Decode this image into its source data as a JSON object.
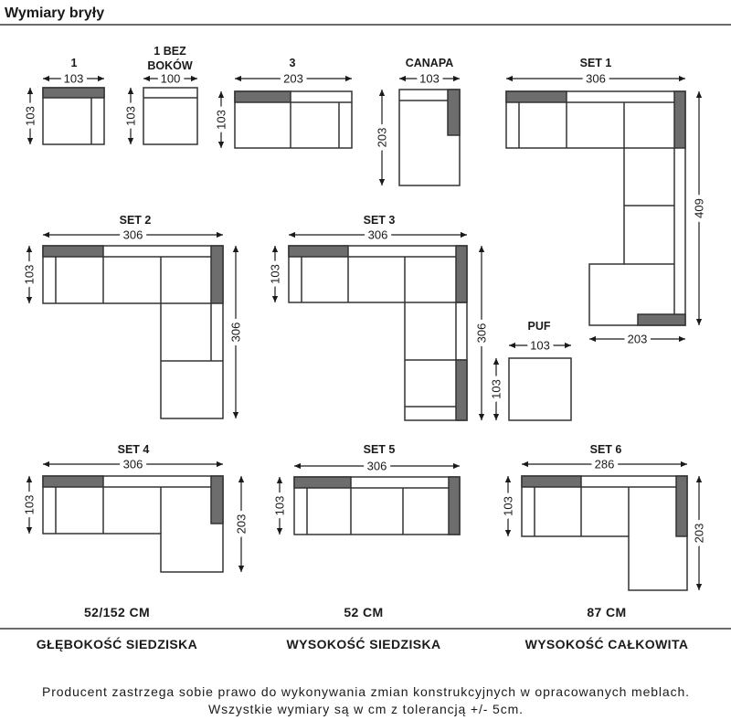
{
  "title": "Wymiary bryły",
  "colors": {
    "frame": "#333333",
    "back_cushion": "#6d6d6d",
    "dimension_line": "#1a1a1a"
  },
  "modules": {
    "m1": {
      "label": "1",
      "width": "103",
      "depth": "103"
    },
    "m1_bez": {
      "label_line1": "1 BEZ",
      "label_line2": "BOKÓW",
      "width": "100",
      "depth": "103"
    },
    "m3": {
      "label": "3",
      "width": "203",
      "depth": "103"
    },
    "canapa": {
      "label": "CANAPA",
      "width": "103",
      "length": "203"
    },
    "set1": {
      "label": "SET 1",
      "width": "306",
      "length": "409",
      "bottom_width": "203"
    },
    "set2": {
      "label": "SET 2",
      "width": "306",
      "depth": "103",
      "length": "306"
    },
    "set3": {
      "label": "SET 3",
      "width": "306",
      "depth": "103",
      "length": "306"
    },
    "puf": {
      "label": "PUF",
      "width": "103",
      "depth": "103"
    },
    "set4": {
      "label": "SET 4",
      "width": "306",
      "depth": "103",
      "length": "203"
    },
    "set5": {
      "label": "SET 5",
      "width": "306",
      "depth": "103"
    },
    "set6": {
      "label": "SET 6",
      "width": "286",
      "depth": "103",
      "length": "203"
    }
  },
  "specs": [
    {
      "value": "52/152 CM",
      "name": "GŁĘBOKOŚĆ SIEDZISKA"
    },
    {
      "value": "52 CM",
      "name": "WYSOKOŚĆ SIEDZISKA"
    },
    {
      "value": "87 CM",
      "name": "WYSOKOŚĆ CAŁKOWITA"
    }
  ],
  "footer": {
    "line1": "Producent zastrzega sobie prawo do wykonywania zmian konstrukcyjnych w opracowanych meblach.",
    "line2": "Wszystkie wymiary są w cm z tolerancją +/- 5cm."
  }
}
